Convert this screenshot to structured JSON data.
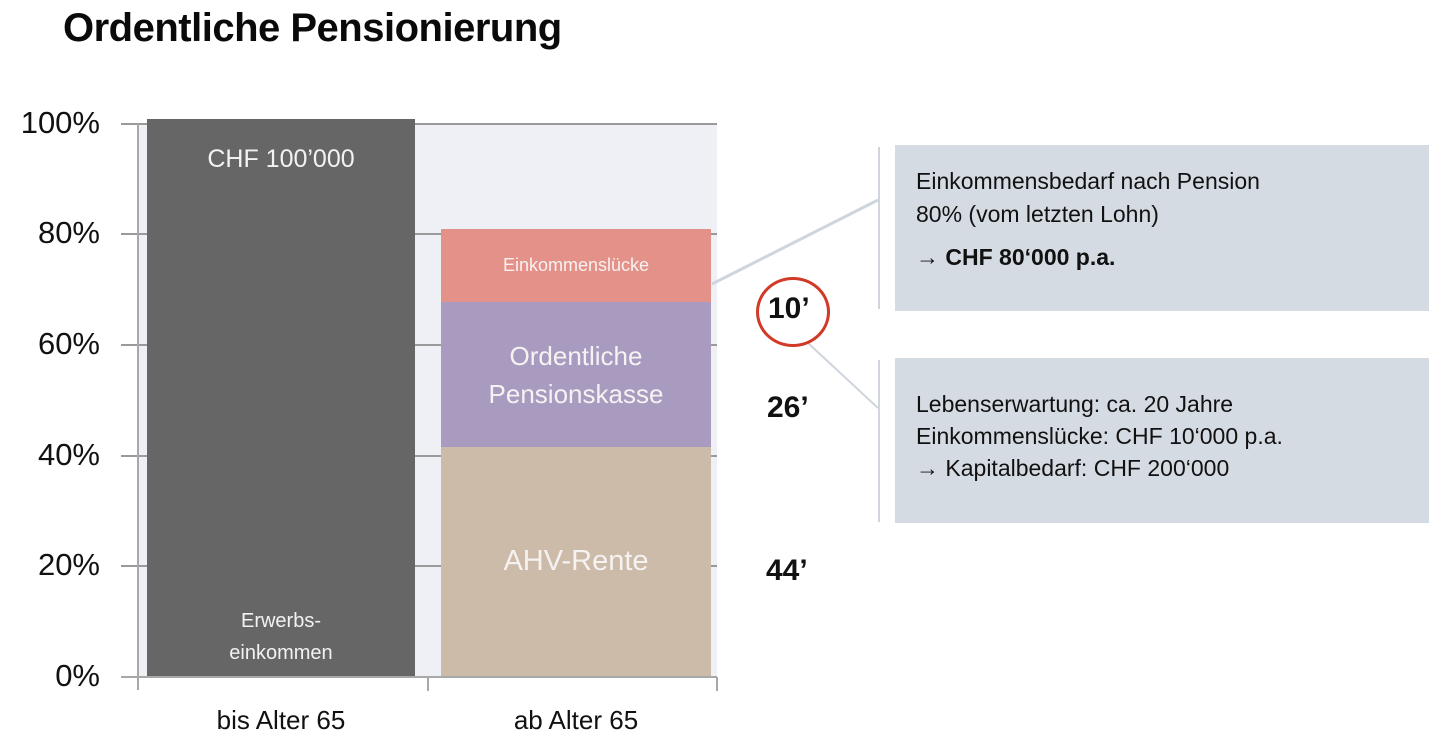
{
  "title": "Ordentliche Pensionierung",
  "chart_data": {
    "type": "bar",
    "stacked": true,
    "title": "Ordentliche Pensionierung",
    "xlabel": "",
    "ylabel": "",
    "ylim": [
      0,
      100
    ],
    "yticks": [
      "0%",
      "20%",
      "40%",
      "60%",
      "80%",
      "100%"
    ],
    "categories": [
      "bis Alter 65",
      "ab Alter 65"
    ],
    "series": [
      {
        "name": "Erwerbseinkommen",
        "color": "#666666",
        "values": [
          100,
          0
        ]
      },
      {
        "name": "AHV-Rente",
        "color": "#cbbba8",
        "values": [
          0,
          42
        ]
      },
      {
        "name": "Ordentliche Pensionskasse",
        "color": "#a99bbf",
        "values": [
          0,
          26
        ]
      },
      {
        "name": "Einkommenslücke",
        "color": "#e4918a",
        "values": [
          0,
          12
        ]
      }
    ],
    "annotations": [
      "CHF 100'000",
      "Erwerbs-einkommen",
      "44'",
      "26'",
      "10'"
    ],
    "grid": true
  },
  "axis": {
    "y_labels": [
      "100%",
      "80%",
      "60%",
      "40%",
      "20%",
      "0%"
    ],
    "x_labels": [
      "bis Alter 65",
      "ab Alter 65"
    ]
  },
  "bars": {
    "bar1": {
      "top_label": "CHF 100’000",
      "bottom_label_1": "Erwerbs-",
      "bottom_label_2": "einkommen"
    },
    "bar2": {
      "gap_label": "Einkommenslücke",
      "pk_label_1": "Ordentliche",
      "pk_label_2": "Pensionskasse",
      "ahv_label": "AHV-Rente"
    }
  },
  "values": {
    "gap": "10’",
    "pk": "26’",
    "ahv": "44’"
  },
  "colors": {
    "bar1": "#666666",
    "gap": "#e4918a",
    "pk": "#a99bbf",
    "ahv": "#cbbba8",
    "circle": "#d03a26",
    "box": "#d5dbe3"
  },
  "box1": {
    "line1": "Einkommensbedarf nach Pension",
    "line2": "80% (vom letzten Lohn)",
    "result": "→ CHF 80‘000 p.a."
  },
  "box2": {
    "line1": "Lebenserwartung: ca. 20 Jahre",
    "line2": "Einkommenslücke: CHF 10‘000 p.a.",
    "line3": "→ Kapitalbedarf: CHF 200‘000"
  }
}
